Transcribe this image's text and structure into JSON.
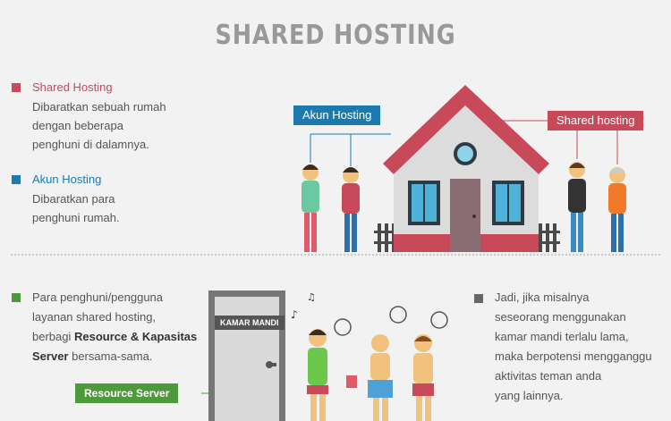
{
  "title": "SHARED HOSTING",
  "legend": {
    "shared": {
      "title": "Shared Hosting",
      "lines": [
        "Dibaratkan sebuah rumah",
        "dengan beberapa",
        "penghuni di dalamnya."
      ]
    },
    "akun": {
      "title": "Akun Hosting",
      "lines": [
        "Dibaratkan para",
        "penghuni rumah."
      ]
    }
  },
  "labels": {
    "akun": "Akun Hosting",
    "shared": "Shared hosting",
    "kamar": "KAMAR MANDI",
    "resource": "Resource Server"
  },
  "bottom_left": {
    "l1": "Para penghuni/pengguna",
    "l2": "layanan shared hosting,",
    "l3_pre": "berbagi ",
    "l3_bold": "Resource & Kapasitas",
    "l4_bold": "Server",
    "l4_post": " bersama-sama."
  },
  "bottom_right": {
    "lines": [
      "Jadi, jika misalnya",
      "seseorang menggunakan",
      "kamar mandi terlalu lama,",
      "maka berpotensi mengganggu",
      "aktivitas teman anda",
      "yang lainnya."
    ]
  },
  "colors": {
    "red": "#c8495a",
    "blue": "#1b7bb0",
    "green": "#4c9a3a",
    "grey": "#666666"
  }
}
